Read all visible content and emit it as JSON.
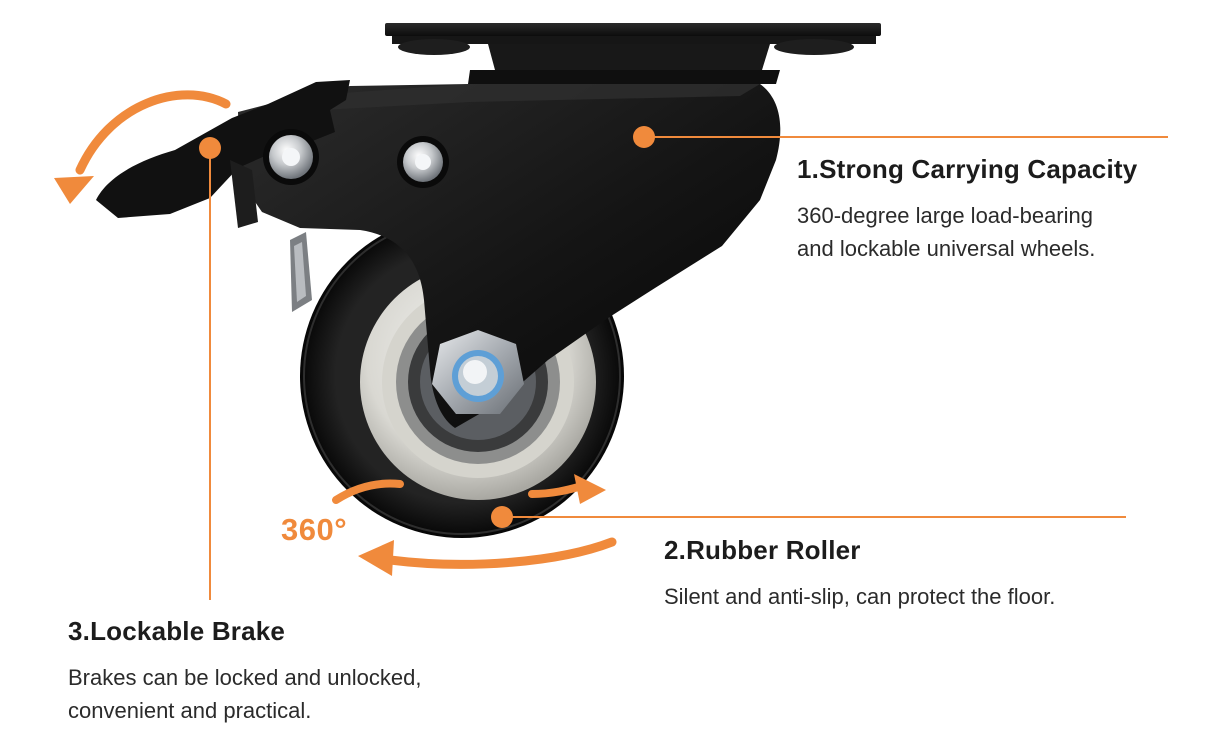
{
  "colors": {
    "accent": "#f08a3c",
    "metal_dark": "#1b1b1b",
    "rubber": "#111111"
  },
  "callouts": {
    "rotation": {
      "label": "360°"
    }
  },
  "features": [
    {
      "title": "1.Strong Carrying Capacity",
      "desc_line1": "360-degree large load-bearing",
      "desc_line2": "and lockable universal wheels."
    },
    {
      "title": "2.Rubber Roller",
      "desc_line1": "Silent and anti-slip, can protect the floor."
    },
    {
      "title": "3.Lockable Brake",
      "desc_line1": "Brakes can be locked and unlocked,",
      "desc_line2": "convenient and practical."
    }
  ]
}
